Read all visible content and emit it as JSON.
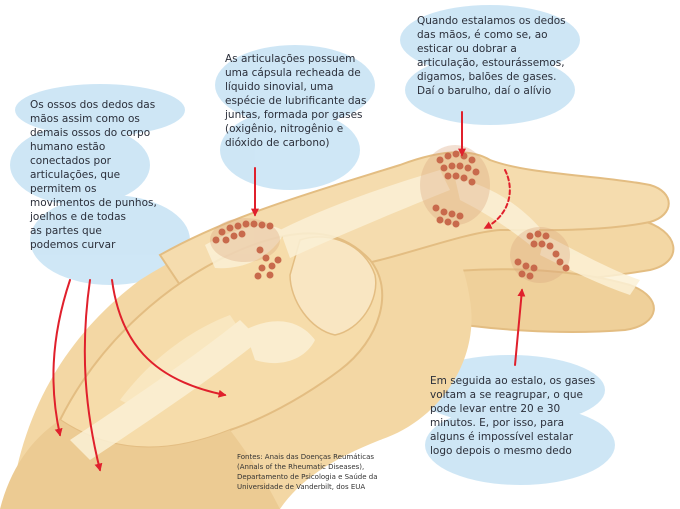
{
  "notes": {
    "bones": "Os ossos dos dedos das\nmãos assim como os\ndemais ossos do corpo\nhumano estão\nconectados por\narticulações, que\npermitem os\nmovimentos de punhos,\njoelhos e de todas\nas partes que\npodemos curvar",
    "capsule": "As articulações possuem\numa cápsula recheada de\nlíquido sinovial, uma\nespécie de lubrificante das\njuntas, formada por gases\n(oxigênio, nitrogênio e\ndióxido de carbono)",
    "stretch": "Quando estalamos os dedos\ndas mãos, é como se, ao\nesticar ou dobrar a\narticulação, estourássemos,\ndigamos, balões de gases.\nDaí o barulho, daí o alívio",
    "after": "Em seguida ao estalo, os gases\nvoltam a se reagrupar, o que\npode levar entre 20 e 30\nminutos. E, por isso, para\nalguns é impossível estalar\nlogo depois o mesmo dedo",
    "sources": "Fontes: Anais das Doenças Reumáticas\n(Annals of the Rheumatic Diseases),\nDepartamento de Psicologia e Saúde da\nUniversidade de Vanderbilt, dos EUA"
  },
  "colors": {
    "skin": "#f3d7a4",
    "skin_shade": "#e3bd82",
    "bone": "#fbf1d6",
    "bubble": "#c86a4c",
    "highlight": "#a7d3ee",
    "arrow": "#e0202c",
    "text": "#2b2f3a"
  }
}
